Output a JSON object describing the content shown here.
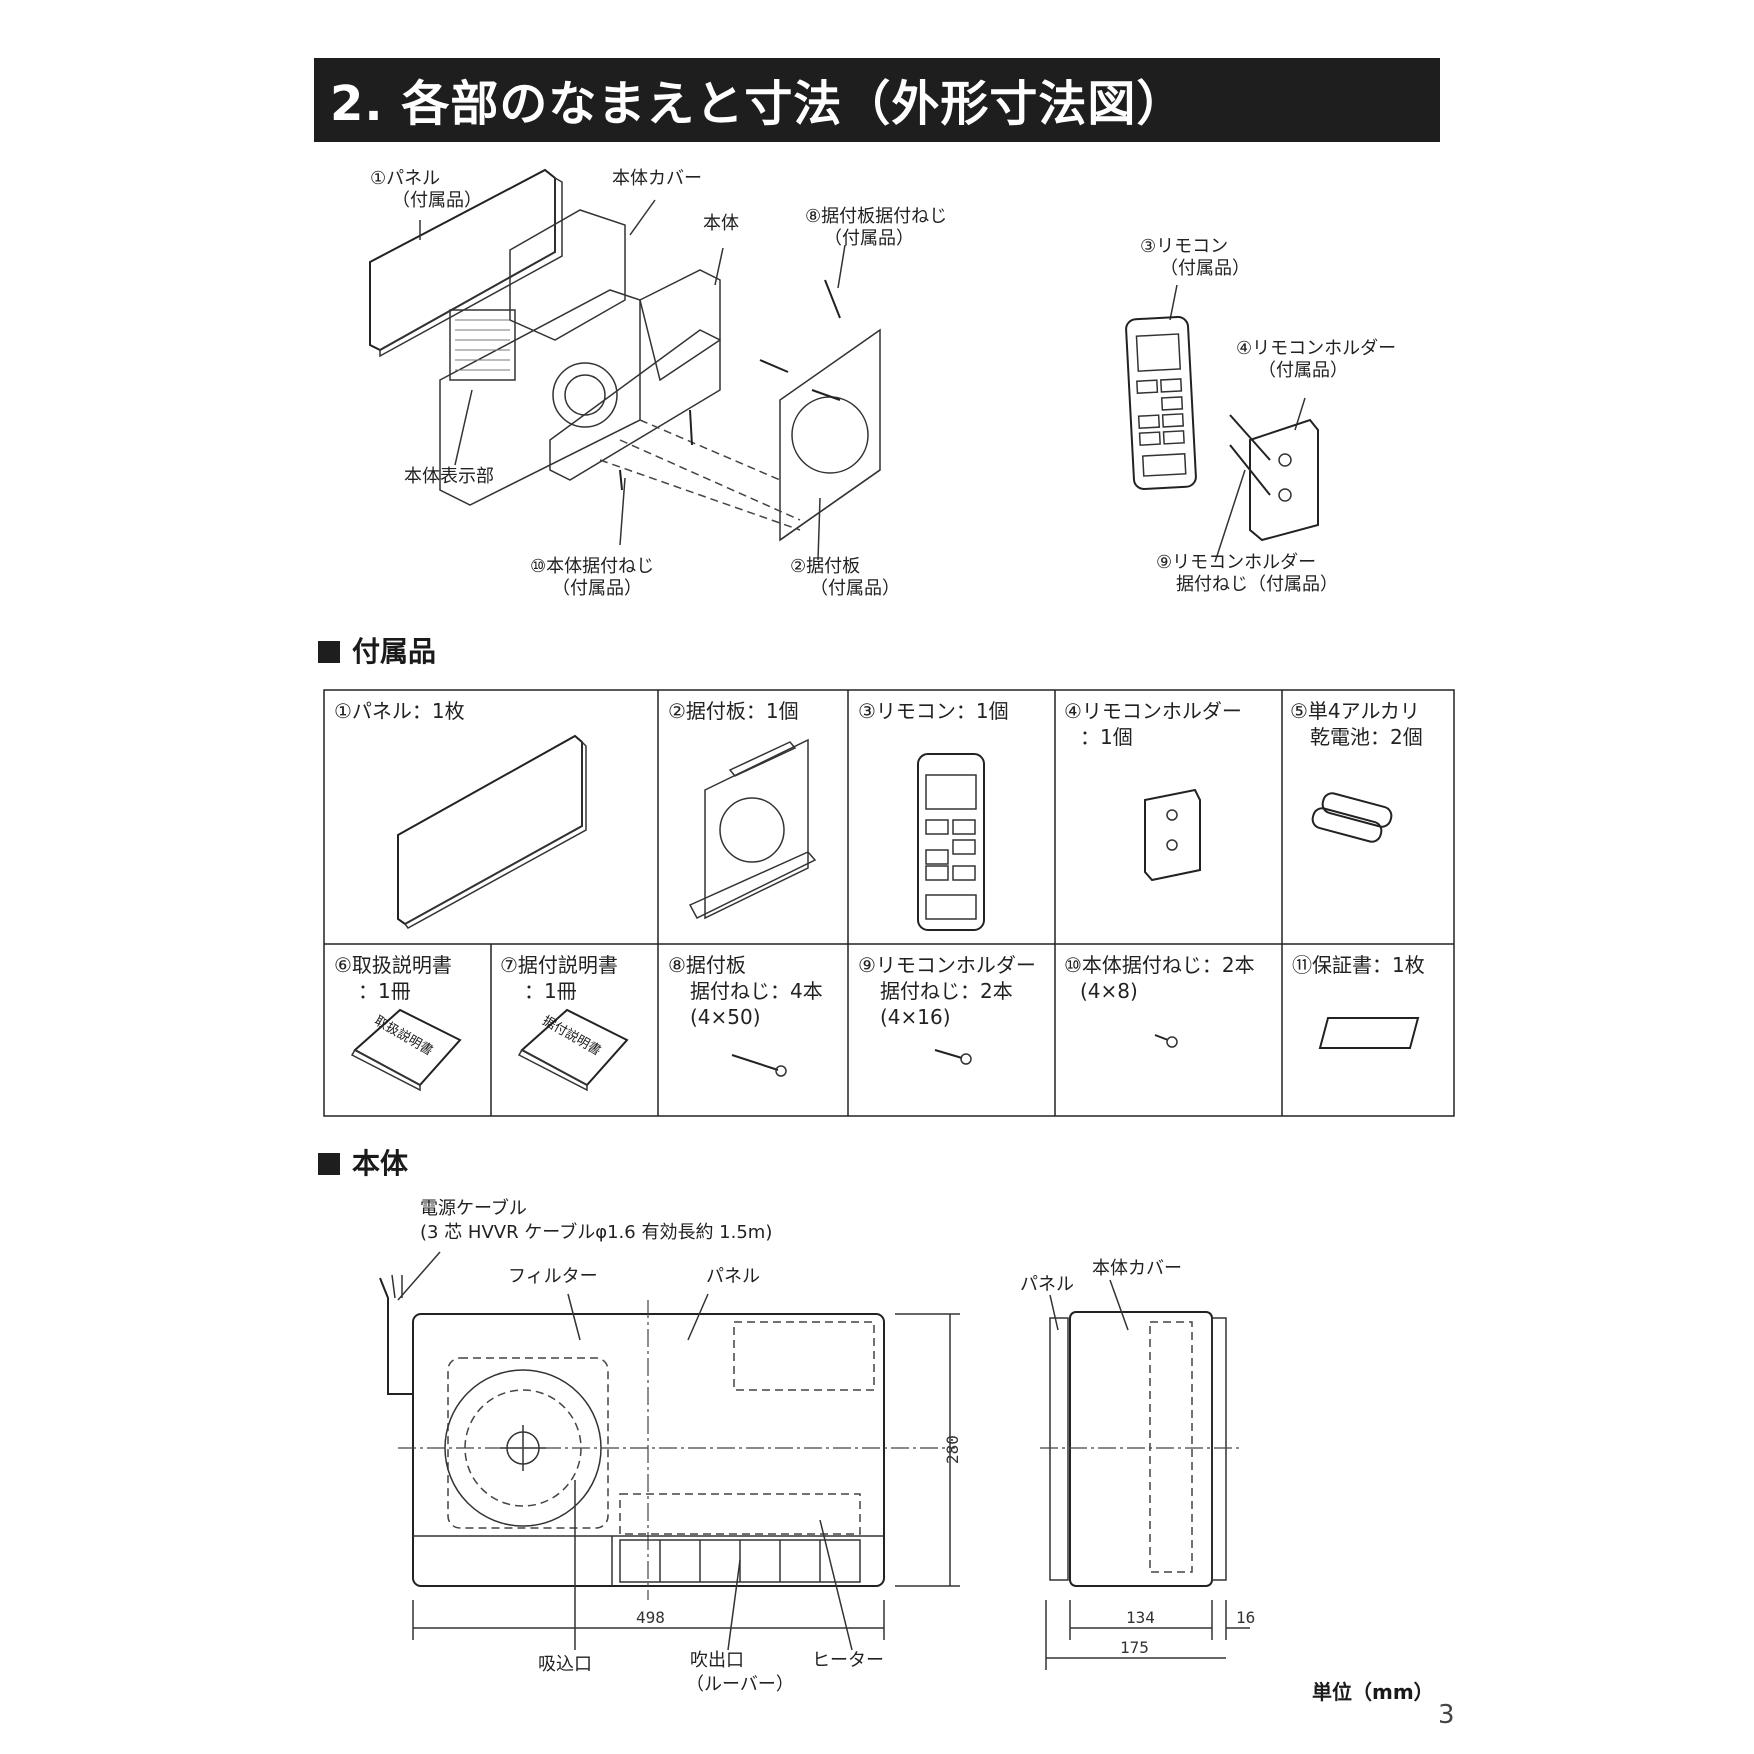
{
  "header": {
    "title": "2. 各部のなまえと寸法（外形寸法図）"
  },
  "exploded": {
    "panel": [
      "①パネル",
      "（付属品）"
    ],
    "cover": "本体カバー",
    "body": "本体",
    "plate_screw": [
      "⑧据付板据付ねじ",
      "（付属品）"
    ],
    "display": "本体表示部",
    "body_screw": [
      "⑩本体据付ねじ",
      "（付属品）"
    ],
    "plate": [
      "②据付板",
      "（付属品）"
    ],
    "remote": [
      "③リモコン",
      "（付属品）"
    ],
    "holder": [
      "④リモコンホルダー",
      "（付属品）"
    ],
    "holder_screw": [
      "⑨リモコンホルダー",
      "据付ねじ（付属品）"
    ]
  },
  "accessories": {
    "heading": "付属品",
    "row1": [
      [
        "①パネル：1枚"
      ],
      [
        "②据付板：1個"
      ],
      [
        "③リモコン：1個"
      ],
      [
        "④リモコンホルダー",
        "：1個"
      ],
      [
        "⑤単4アルカリ",
        "乾電池：2個"
      ]
    ],
    "row2": [
      [
        "⑥取扱説明書",
        "：1冊"
      ],
      [
        "⑦据付説明書",
        "：1冊"
      ],
      [
        "⑧据付板",
        "据付ねじ：4本",
        "(4×50)"
      ],
      [
        "⑨リモコンホルダー",
        "据付ねじ：2本",
        "(4×16)"
      ],
      [
        "⑩本体据付ねじ：2本",
        "(4×8)"
      ],
      [
        "⑪保証書：1枚"
      ]
    ],
    "book1": "取扱説明書",
    "book2": "据付説明書"
  },
  "main_body": {
    "heading": "本体",
    "cable": [
      "電源ケーブル",
      "(3 芯 HVVR ケーブルφ1.6  有効長約 1.5m)"
    ],
    "filter": "フィルター",
    "panel": "パネル",
    "panel_side": "パネル",
    "cover_side": "本体カバー",
    "inlet": "吸込口",
    "outlet": [
      "吹出口",
      "（ルーバー）"
    ],
    "heater": "ヒーター",
    "dims": {
      "width": "498",
      "height": "280",
      "depth": "134",
      "panel_depth": "16",
      "total_depth": "175"
    },
    "unit": "単位（mm）"
  },
  "page_number": "3"
}
